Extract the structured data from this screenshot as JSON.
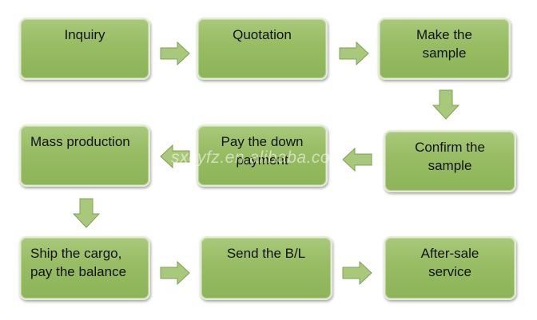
{
  "steps": {
    "inquiry": "Inquiry",
    "quotation": "Quotation",
    "make_sample_l1": "Make the",
    "make_sample_l2": "sample",
    "confirm_sample_l1": "Confirm the",
    "confirm_sample_l2": "sample",
    "down_payment_l1": "Pay the down",
    "down_payment_l2": "payment",
    "mass_production": "Mass production",
    "ship_cargo_l1": "Ship the cargo,",
    "ship_cargo_l2": "pay the balance",
    "send_bl": "Send the B/L",
    "after_sale_l1": "After-sale",
    "after_sale_l2": "service"
  },
  "watermark": "sxcyfz.en.alibaba.com",
  "colors": {
    "box_fill": "#97bc63",
    "arrow_fill": "#a9c97a",
    "text": "#111111"
  }
}
